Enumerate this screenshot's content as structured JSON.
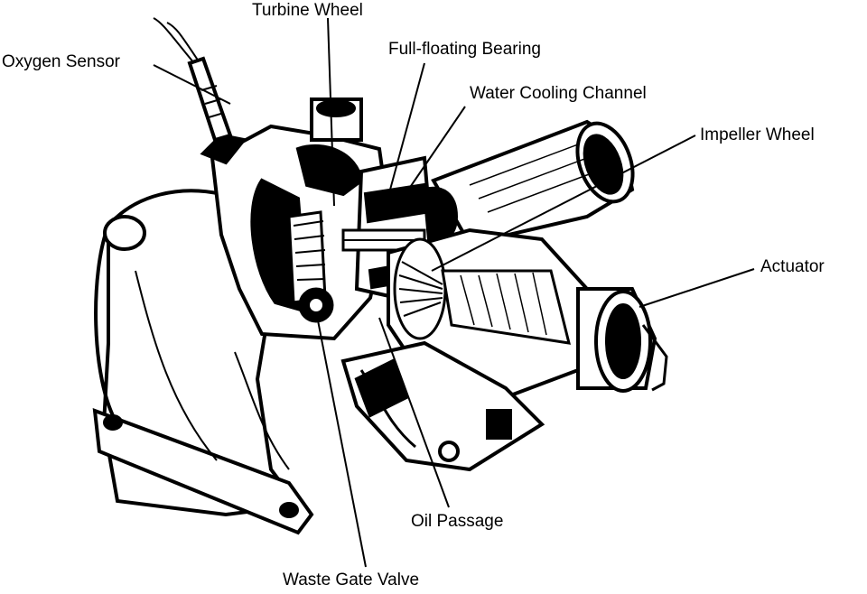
{
  "labels": {
    "turbine_wheel": "Turbine Wheel",
    "oxygen_sensor": "Oxygen Sensor",
    "full_floating_bearing": "Full-floating Bearing",
    "water_cooling_channel": "Water Cooling Channel",
    "impeller_wheel": "Impeller Wheel",
    "actuator": "Actuator",
    "oil_passage": "Oil Passage",
    "waste_gate_valve": "Waste Gate Valve"
  },
  "colors": {
    "ink": "#000000",
    "paper": "#ffffff"
  }
}
